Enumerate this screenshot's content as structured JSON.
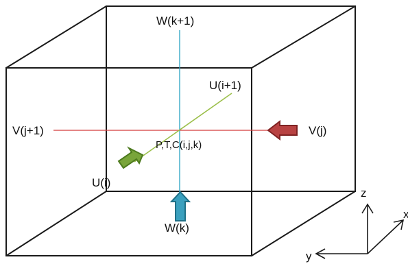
{
  "labels": {
    "w_top": "W(k+1)",
    "w_bottom": "W(k)",
    "u_right": "U(i+1)",
    "u_left": "U(i)",
    "v_left": "V(j+1)",
    "v_right": "V(j)",
    "center": "P,T,C(i,j,k)"
  },
  "axes": {
    "z": "z",
    "x": "x",
    "y": "y"
  },
  "colors": {
    "w_line": "#2aa3c4",
    "u_line": "#9bbf4a",
    "v_line": "#d43a3a",
    "w_arrow_fill": "#3aa0be",
    "w_arrow_stroke": "#1f6f86",
    "u_arrow_fill": "#79a53a",
    "u_arrow_stroke": "#4d7a1e",
    "v_arrow_fill": "#b84242",
    "v_arrow_stroke": "#7e2222",
    "edges": "#1a1a1a"
  }
}
